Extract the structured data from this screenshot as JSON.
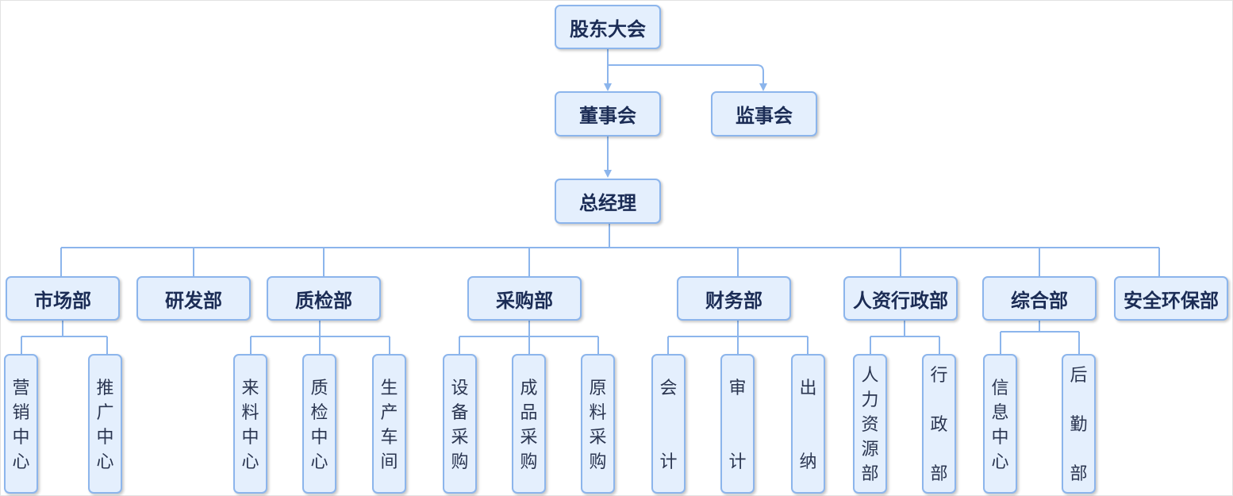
{
  "colors": {
    "node_fill": "#e4effd",
    "node_border": "#8cb5ec",
    "line": "#8cb5ec",
    "text": "#1b2c55"
  },
  "nodes": {
    "shareholders": "股东大会",
    "board": "董事会",
    "supervisors": "监事会",
    "gm": "总经理",
    "marketing": "市场部",
    "rnd": "研发部",
    "qc": "质检部",
    "purchasing": "采购部",
    "finance": "财务部",
    "hr_admin": "人资行政部",
    "general": "综合部",
    "safety": "安全环保部"
  },
  "leaves": {
    "sales_center": [
      "营",
      "销",
      "中",
      "心"
    ],
    "promo_center": [
      "推",
      "广",
      "中",
      "心"
    ],
    "incoming_center": [
      "来",
      "料",
      "中",
      "心"
    ],
    "qc_center": [
      "质",
      "检",
      "中",
      "心"
    ],
    "workshop": [
      "生",
      "产",
      "车",
      "间"
    ],
    "equip_purchase": [
      "设",
      "备",
      "采",
      "购"
    ],
    "product_purchase": [
      "成",
      "品",
      "采",
      "购"
    ],
    "material_purchase": [
      "原",
      "料",
      "采",
      "购"
    ],
    "accounting": [
      "会",
      "计"
    ],
    "audit": [
      "审",
      "计"
    ],
    "cashier": [
      "出",
      "纳"
    ],
    "hr": [
      "人",
      "力",
      "资",
      "源",
      "部"
    ],
    "admin": [
      "行",
      "政",
      "部"
    ],
    "it_center": [
      "信",
      "息",
      "中",
      "心"
    ],
    "logistics": [
      "后",
      "勤",
      "部"
    ]
  }
}
